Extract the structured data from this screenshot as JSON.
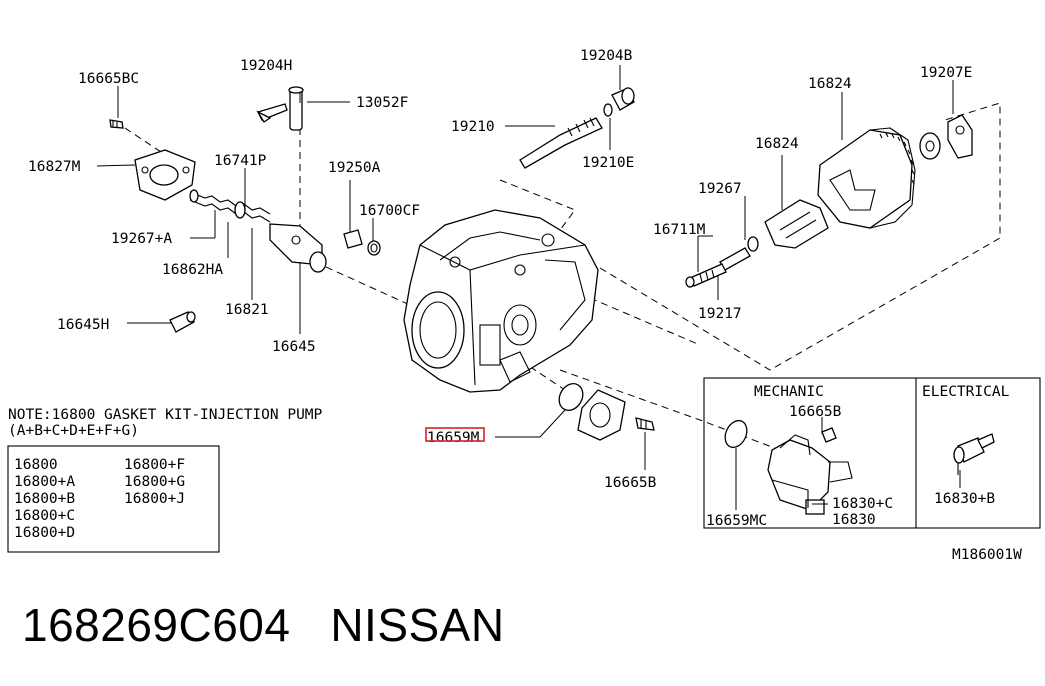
{
  "diagram": {
    "labels": {
      "l16665BC": "16665BC",
      "l19204H": "19204H",
      "l13052F": "13052F",
      "l19204B": "19204B",
      "l16824a": "16824",
      "l19207E": "19207E",
      "l16827M": "16827M",
      "l16741P": "16741P",
      "l19250A": "19250A",
      "l19210": "19210",
      "l19210E": "19210E",
      "l16824b": "16824",
      "l19267": "19267",
      "l16700CF": "16700CF",
      "l19267A": "19267+A",
      "l16711M": "16711M",
      "l16862HA": "16862HA",
      "l19217": "19217",
      "l16821": "16821",
      "l16645H": "16645H",
      "l16645": "16645",
      "l16659M": "16659M",
      "l16665B": "16665B",
      "l16665B_inset": "16665B",
      "l16830C": "16830+C",
      "l16830": "16830",
      "l16659MC": "16659MC",
      "l16830B": "16830+B",
      "ref": "M186001W"
    },
    "inset": {
      "mechanic": "MECHANIC",
      "electrical": "ELECTRICAL"
    },
    "note": {
      "line1": "NOTE:16800 GASKET KIT-INJECTION PUMP",
      "line2": "(A+B+C+D+E+F+G)"
    },
    "kit_table": {
      "col1": [
        "16800",
        "16800+A",
        "16800+B",
        "16800+C",
        "16800+D"
      ],
      "col2": [
        "16800+F",
        "16800+G",
        "16800+J"
      ]
    },
    "highlight_color": "#e02020"
  },
  "caption": {
    "part_number": "168269C604",
    "brand": "NISSAN"
  }
}
